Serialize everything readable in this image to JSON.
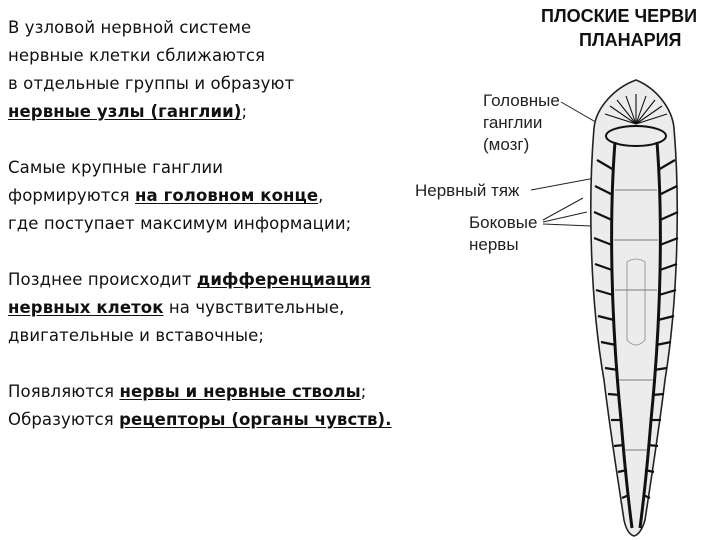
{
  "text": {
    "p1": {
      "l1": "В узловой нервной системе",
      "l2": "нервные клетки сближаются",
      "l3": "в отдельные группы и образуют",
      "l4_u": "нервные узлы (ганглии)",
      "l4_tail": ";"
    },
    "p2": {
      "l1": "Самые крупные ганглии",
      "l2_pre": "формируются ",
      "l2_u": "на головном конце",
      "l2_tail": ",",
      "l3": "где поступает максимум информации;"
    },
    "p3": {
      "l1_pre": "Позднее происходит ",
      "l1_u": "дифференциация",
      "l2_u": "нервных клеток",
      "l2_tail": " на чувствительные,",
      "l3": "двигательные и вставочные;"
    },
    "p4": {
      "l1_pre": "Появляются ",
      "l1_u": "нервы и нервные стволы",
      "l1_tail": ";",
      "l2_pre": "Образуются ",
      "l2_u": "рецепторы (органы чувств)."
    }
  },
  "diagram": {
    "title1": "ПЛОСКИЕ ЧЕРВИ",
    "title2": "ПЛАНАРИЯ",
    "label_ganglia_1": "Головные",
    "label_ganglia_2": "ганглии",
    "label_ganglia_3": "(мозг)",
    "label_cord": "Нервный тяж",
    "label_nerves_1": "Боковые",
    "label_nerves_2": "нервы"
  }
}
